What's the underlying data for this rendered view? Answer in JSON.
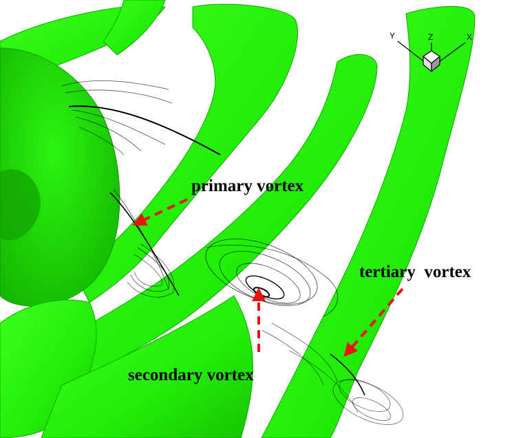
{
  "figure": {
    "labels": {
      "primary": "primary vortex",
      "secondary": "secondary vortex",
      "tertiary": "tertiary  vortex"
    },
    "axes": {
      "x": "X",
      "y": "Y",
      "z": "Z"
    },
    "colors": {
      "vortex_surface": "#22ee08",
      "vortex_shade": "#12a800",
      "arrow": "#ee1111",
      "streamline": "#000000"
    }
  }
}
